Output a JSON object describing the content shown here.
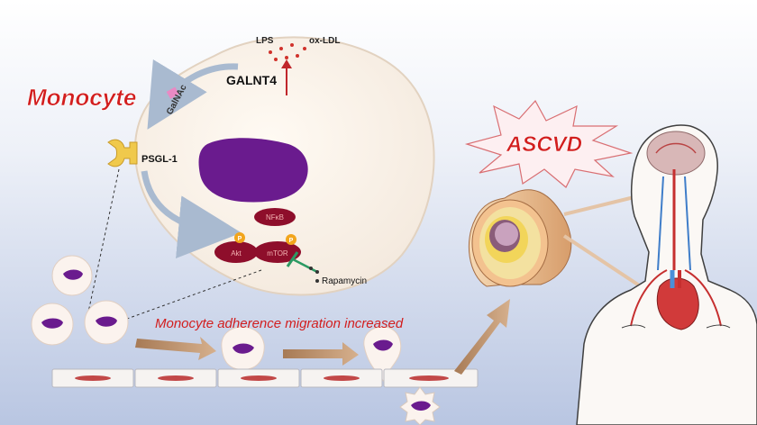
{
  "labels": {
    "monocyte": "Monocyte",
    "galnt4": "GALNT4",
    "lps": "LPS",
    "oxldl": "ox-LDL",
    "galnac": "GalNAc",
    "psgl1": "PSGL-1",
    "nfkb": "NFκB",
    "akt": "Akt",
    "mtor": "mTOR",
    "p": "P",
    "rapamycin": "Rapamycin",
    "adherence": "Monocyte adherence migration increased",
    "ascvd": "ASCVD"
  },
  "colors": {
    "background_top": "#ffffff",
    "background_bottom": "#b9c6e2",
    "title_red": "#d21e1e",
    "nucleus_purple": "#6a1b8e",
    "signal_dark_red": "#8e0e2b",
    "phospho_orange": "#f2a51c",
    "inhibit_green": "#2c9a63",
    "receptor_yellow": "#f0c94c",
    "galnac_pink": "#e98ac4",
    "arrow_tan": "#c39a72"
  },
  "icons": [
    "star-burst-icon",
    "human-figure-icon",
    "artery-cross-section-icon",
    "receptor-icon"
  ]
}
